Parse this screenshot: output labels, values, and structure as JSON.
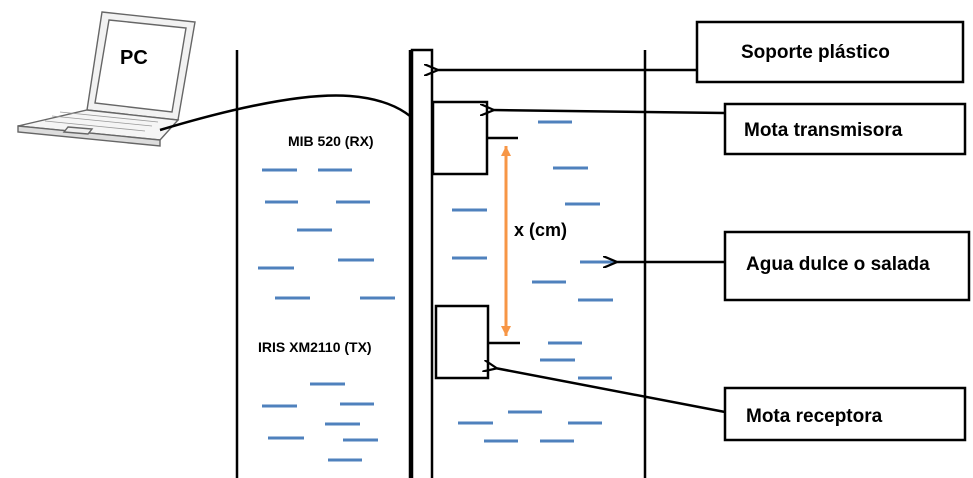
{
  "labels": {
    "pc": "PC",
    "rx": "MIB 520 (RX)",
    "tx": "IRIS XM2110 (TX)",
    "distance": "x (cm)",
    "support": "Soporte plástico",
    "transmitter": "Mota transmisora",
    "water": "Agua dulce o salada",
    "receiver": "Mota receptora"
  },
  "colors": {
    "water_dash": "#4f81bd",
    "distance_arrow": "#f79646",
    "line": "#000000"
  }
}
